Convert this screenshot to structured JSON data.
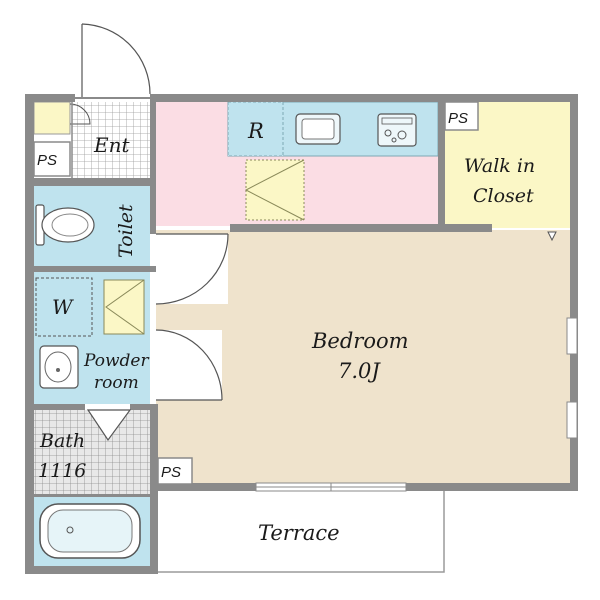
{
  "rooms": {
    "entrance": "Ent",
    "toilet": "Toilet",
    "washer": "W",
    "powder_line1": "Powder",
    "powder_line2": "room",
    "bath_line1": "Bath",
    "bath_line2": "1116",
    "refrigerator": "R",
    "walkin_line1": "Walk in",
    "walkin_line2": "Closet",
    "bedroom_line1": "Bedroom",
    "bedroom_line2": "7.0J",
    "terrace": "Terrace"
  },
  "ps_labels": [
    "PS",
    "PS",
    "PS"
  ],
  "colors": {
    "wall": "#8a8a8a",
    "kitchen_floor": "#fbdde4",
    "bedroom_floor": "#efe3cc",
    "wet_area": "#bfe3ee",
    "closet": "#fbf7c6",
    "tile": "#d8d8d8"
  }
}
